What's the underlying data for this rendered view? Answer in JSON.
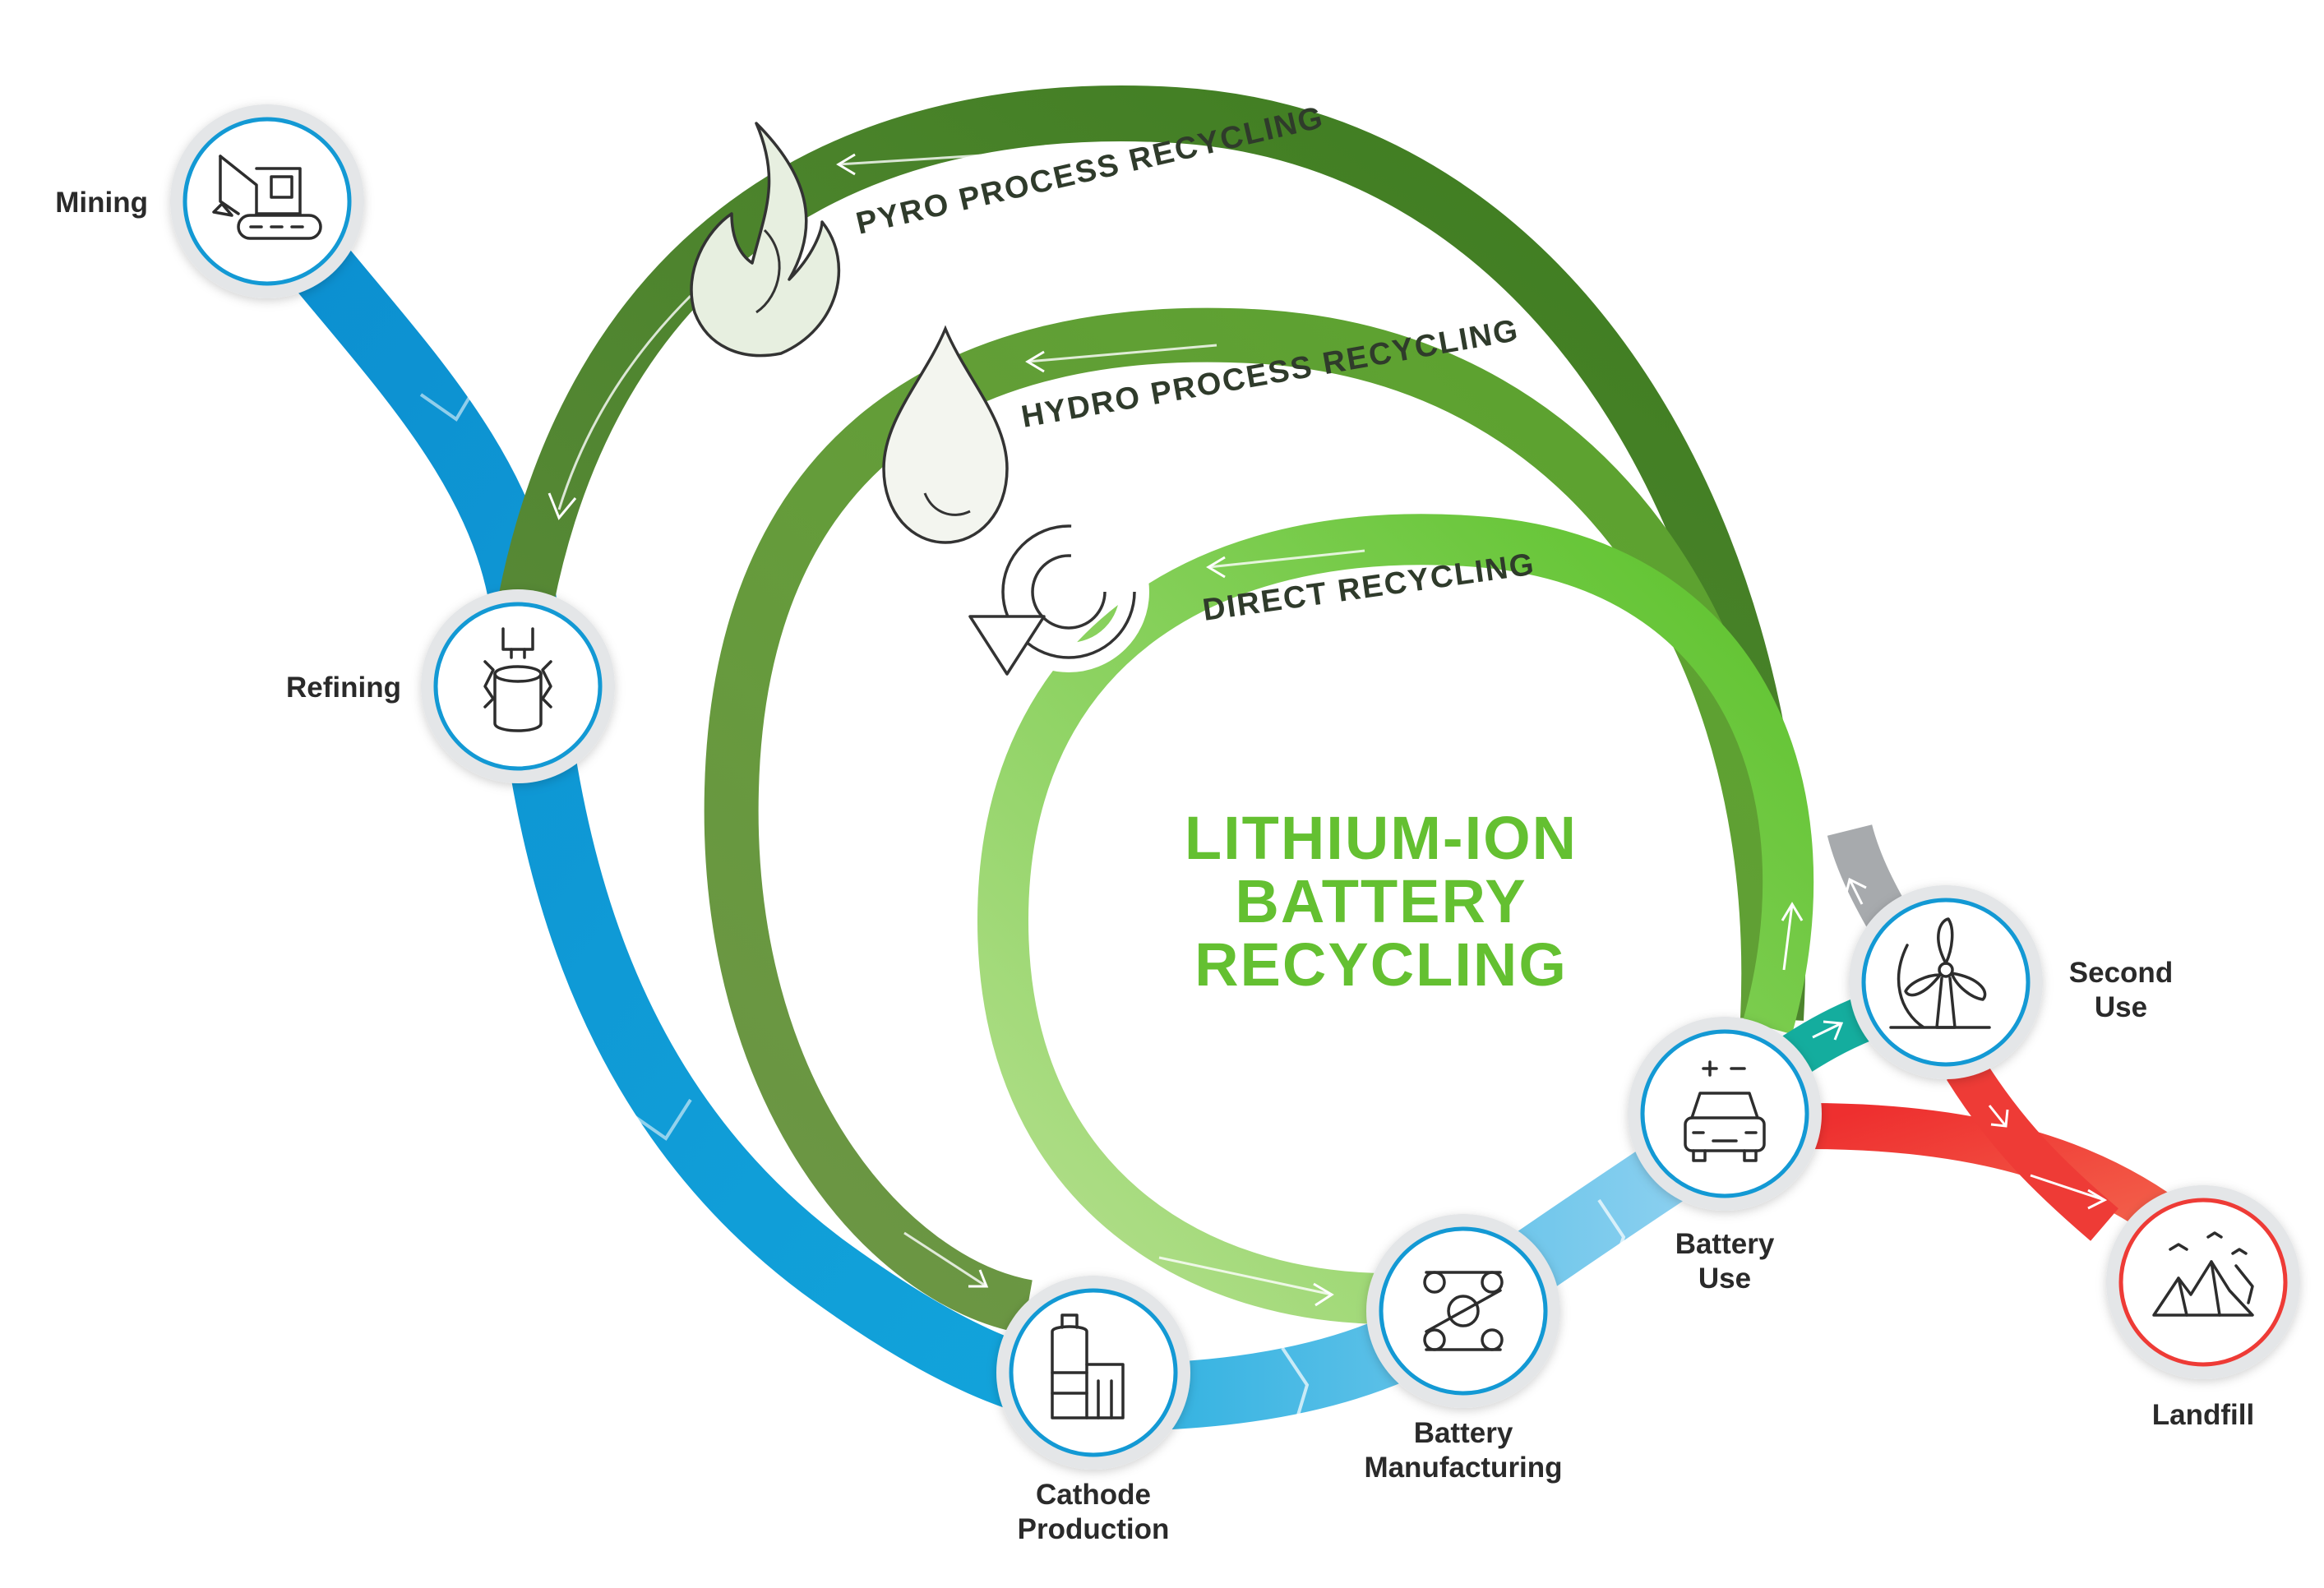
{
  "title": {
    "line1": "LITHIUM-ION",
    "line2": "BATTERY",
    "line3": "RECYCLING",
    "color": "#64c031"
  },
  "loops": {
    "pyro": "PYRO PROCESS RECYCLING",
    "hydro": "HYDRO PROCESS RECYCLING",
    "direct": "DIRECT RECYCLING"
  },
  "nodes": {
    "mining": {
      "label": "Mining",
      "icon": "excavator-icon"
    },
    "refining": {
      "label": "Refining",
      "icon": "crucible-icon"
    },
    "cathode": {
      "label_line1": "Cathode",
      "label_line2": "Production",
      "icon": "tank-icon"
    },
    "manufacturing": {
      "label_line1": "Battery",
      "label_line2": "Manufacturing",
      "icon": "conveyor-icon"
    },
    "battery_use": {
      "label_line1": "Battery",
      "label_line2": "Use",
      "icon": "electric-car-icon"
    },
    "second_use": {
      "label_line1": "Second",
      "label_line2": "Use",
      "icon": "wind-turbine-icon"
    },
    "landfill": {
      "label": "Landfill",
      "icon": "landfill-icon"
    }
  },
  "colors": {
    "supply_blue": "#0d93d2",
    "supply_light_blue": "#6cc3ea",
    "pyro_green": "#3d7d22",
    "hydro_green": "#66a53c",
    "direct_green": "#66c43a",
    "second_use_teal": "#14ad9e",
    "landfill_red": "#ee3b36",
    "gray_link": "#a7aaad"
  }
}
